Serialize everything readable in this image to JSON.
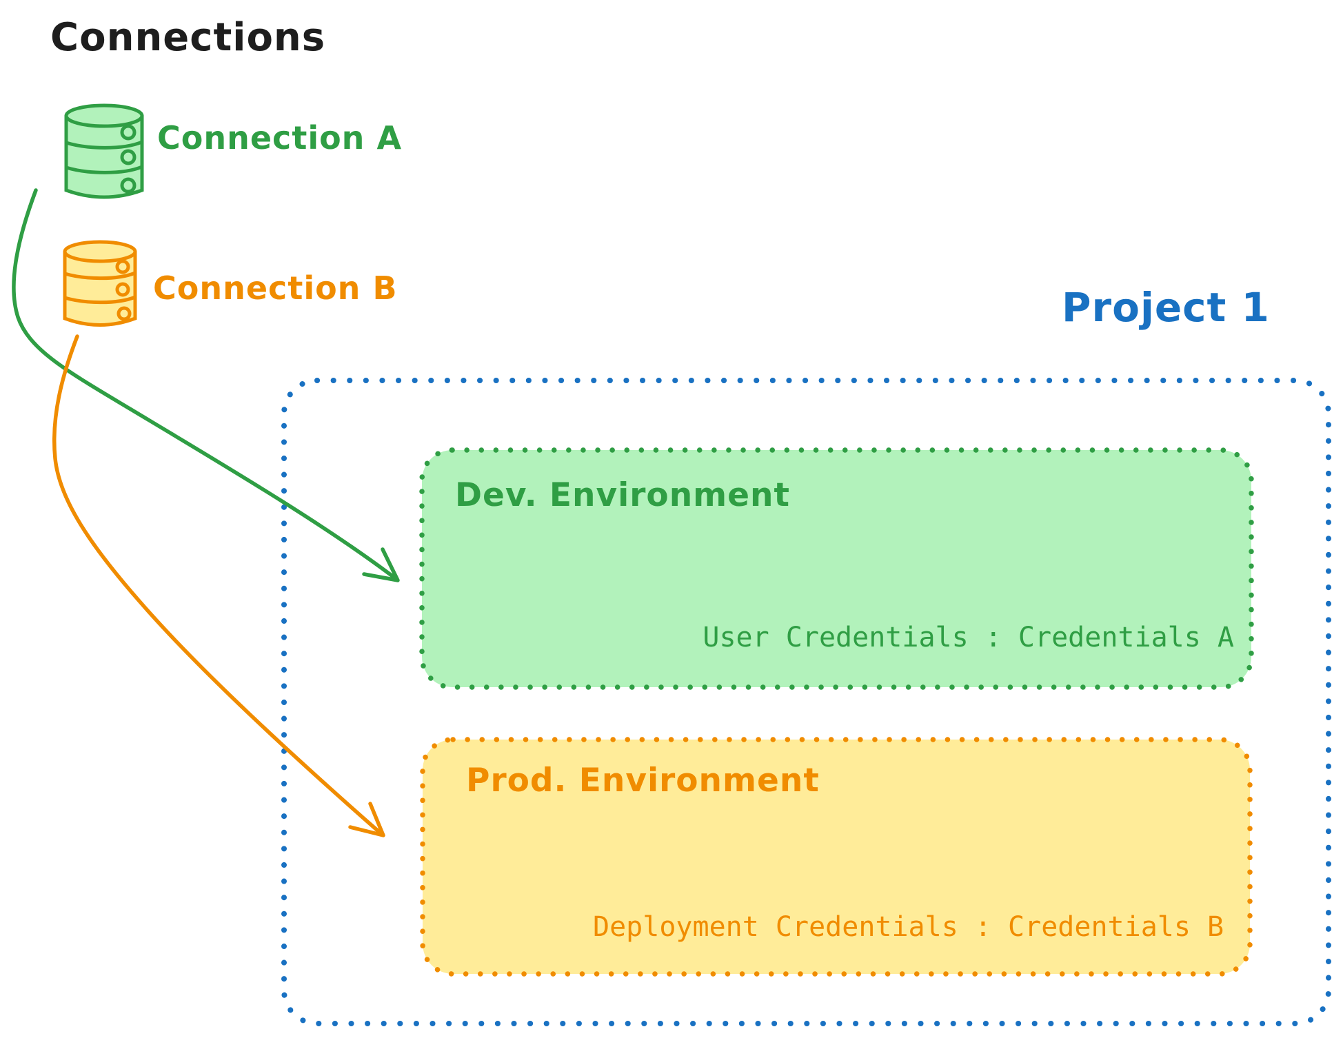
{
  "title": "Connections",
  "palette": {
    "text_black": "#1e1e1e",
    "green_stroke": "#2f9e44",
    "green_fill": "#b2f2bb",
    "orange_stroke": "#f08c00",
    "orange_fill": "#ffec99",
    "blue_stroke": "#1971c2"
  },
  "connections": [
    {
      "label": "Connection A",
      "icon": "database-icon",
      "color": "#2f9e44",
      "fill": "#b2f2bb"
    },
    {
      "label": "Connection B",
      "icon": "database-icon",
      "color": "#f08c00",
      "fill": "#ffec99"
    }
  ],
  "project": {
    "title": "Project 1",
    "color": "#1971c2",
    "environments": [
      {
        "name": "Dev. Environment",
        "credentials": "User Credentials : Credentials A",
        "color": "#2f9e44",
        "fill": "#b2f2bb"
      },
      {
        "name": "Prod. Environment",
        "credentials": "Deployment Credentials : Credentials B",
        "color": "#f08c00",
        "fill": "#ffec99"
      }
    ]
  },
  "arrows": [
    {
      "from": "Connection A",
      "to": "Dev. Environment",
      "color": "#2f9e44"
    },
    {
      "from": "Connection B",
      "to": "Prod. Environment",
      "color": "#f08c00"
    }
  ]
}
